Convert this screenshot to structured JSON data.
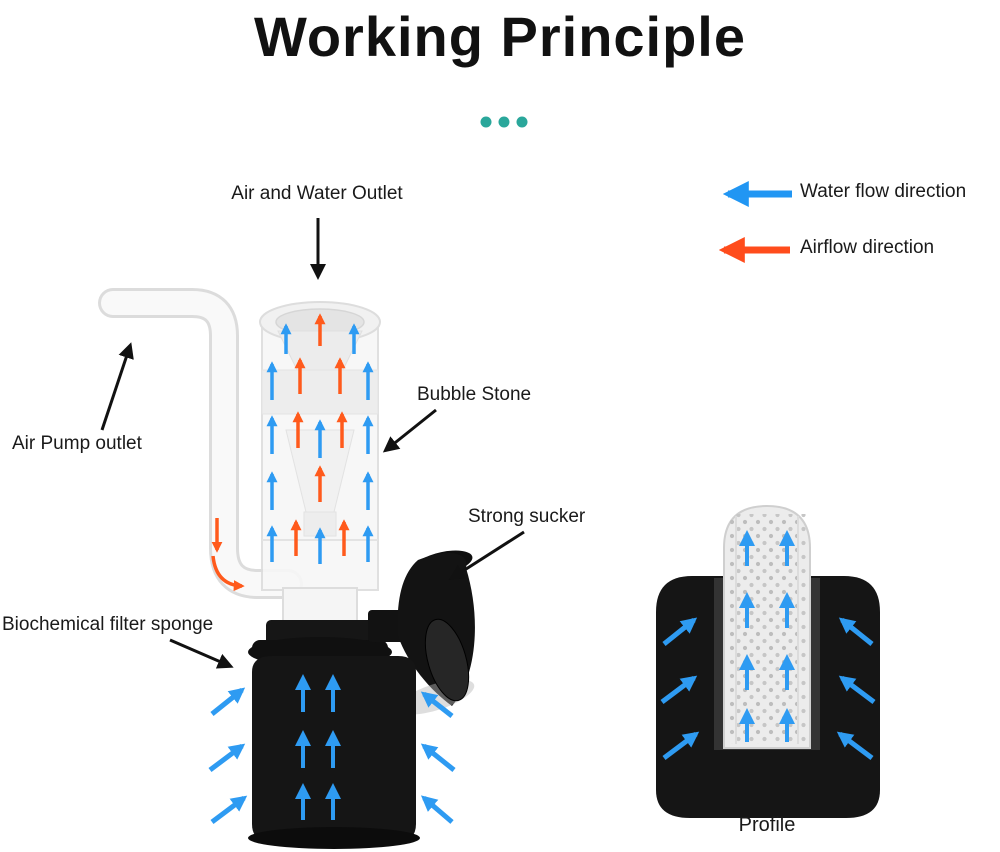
{
  "title": "Working Principle",
  "legend": {
    "water_flow": {
      "label": "Water flow direction",
      "color": "#2196f3"
    },
    "airflow": {
      "label": "Airflow direction",
      "color": "#ff4c1c"
    }
  },
  "annotations": {
    "air_water_outlet": "Air and Water Outlet",
    "air_pump_outlet": "Air Pump outlet",
    "bubble_stone": "Bubble Stone",
    "strong_sucker": "Strong sucker",
    "filter_sponge": "Biochemical filter sponge",
    "profile": "Profile"
  },
  "colors": {
    "accent_dots": "#2aa79b",
    "water_arrow": "#2196f3",
    "air_arrow": "#ff4c1c",
    "label_text": "#1a1a1a",
    "sponge": "#141414"
  }
}
